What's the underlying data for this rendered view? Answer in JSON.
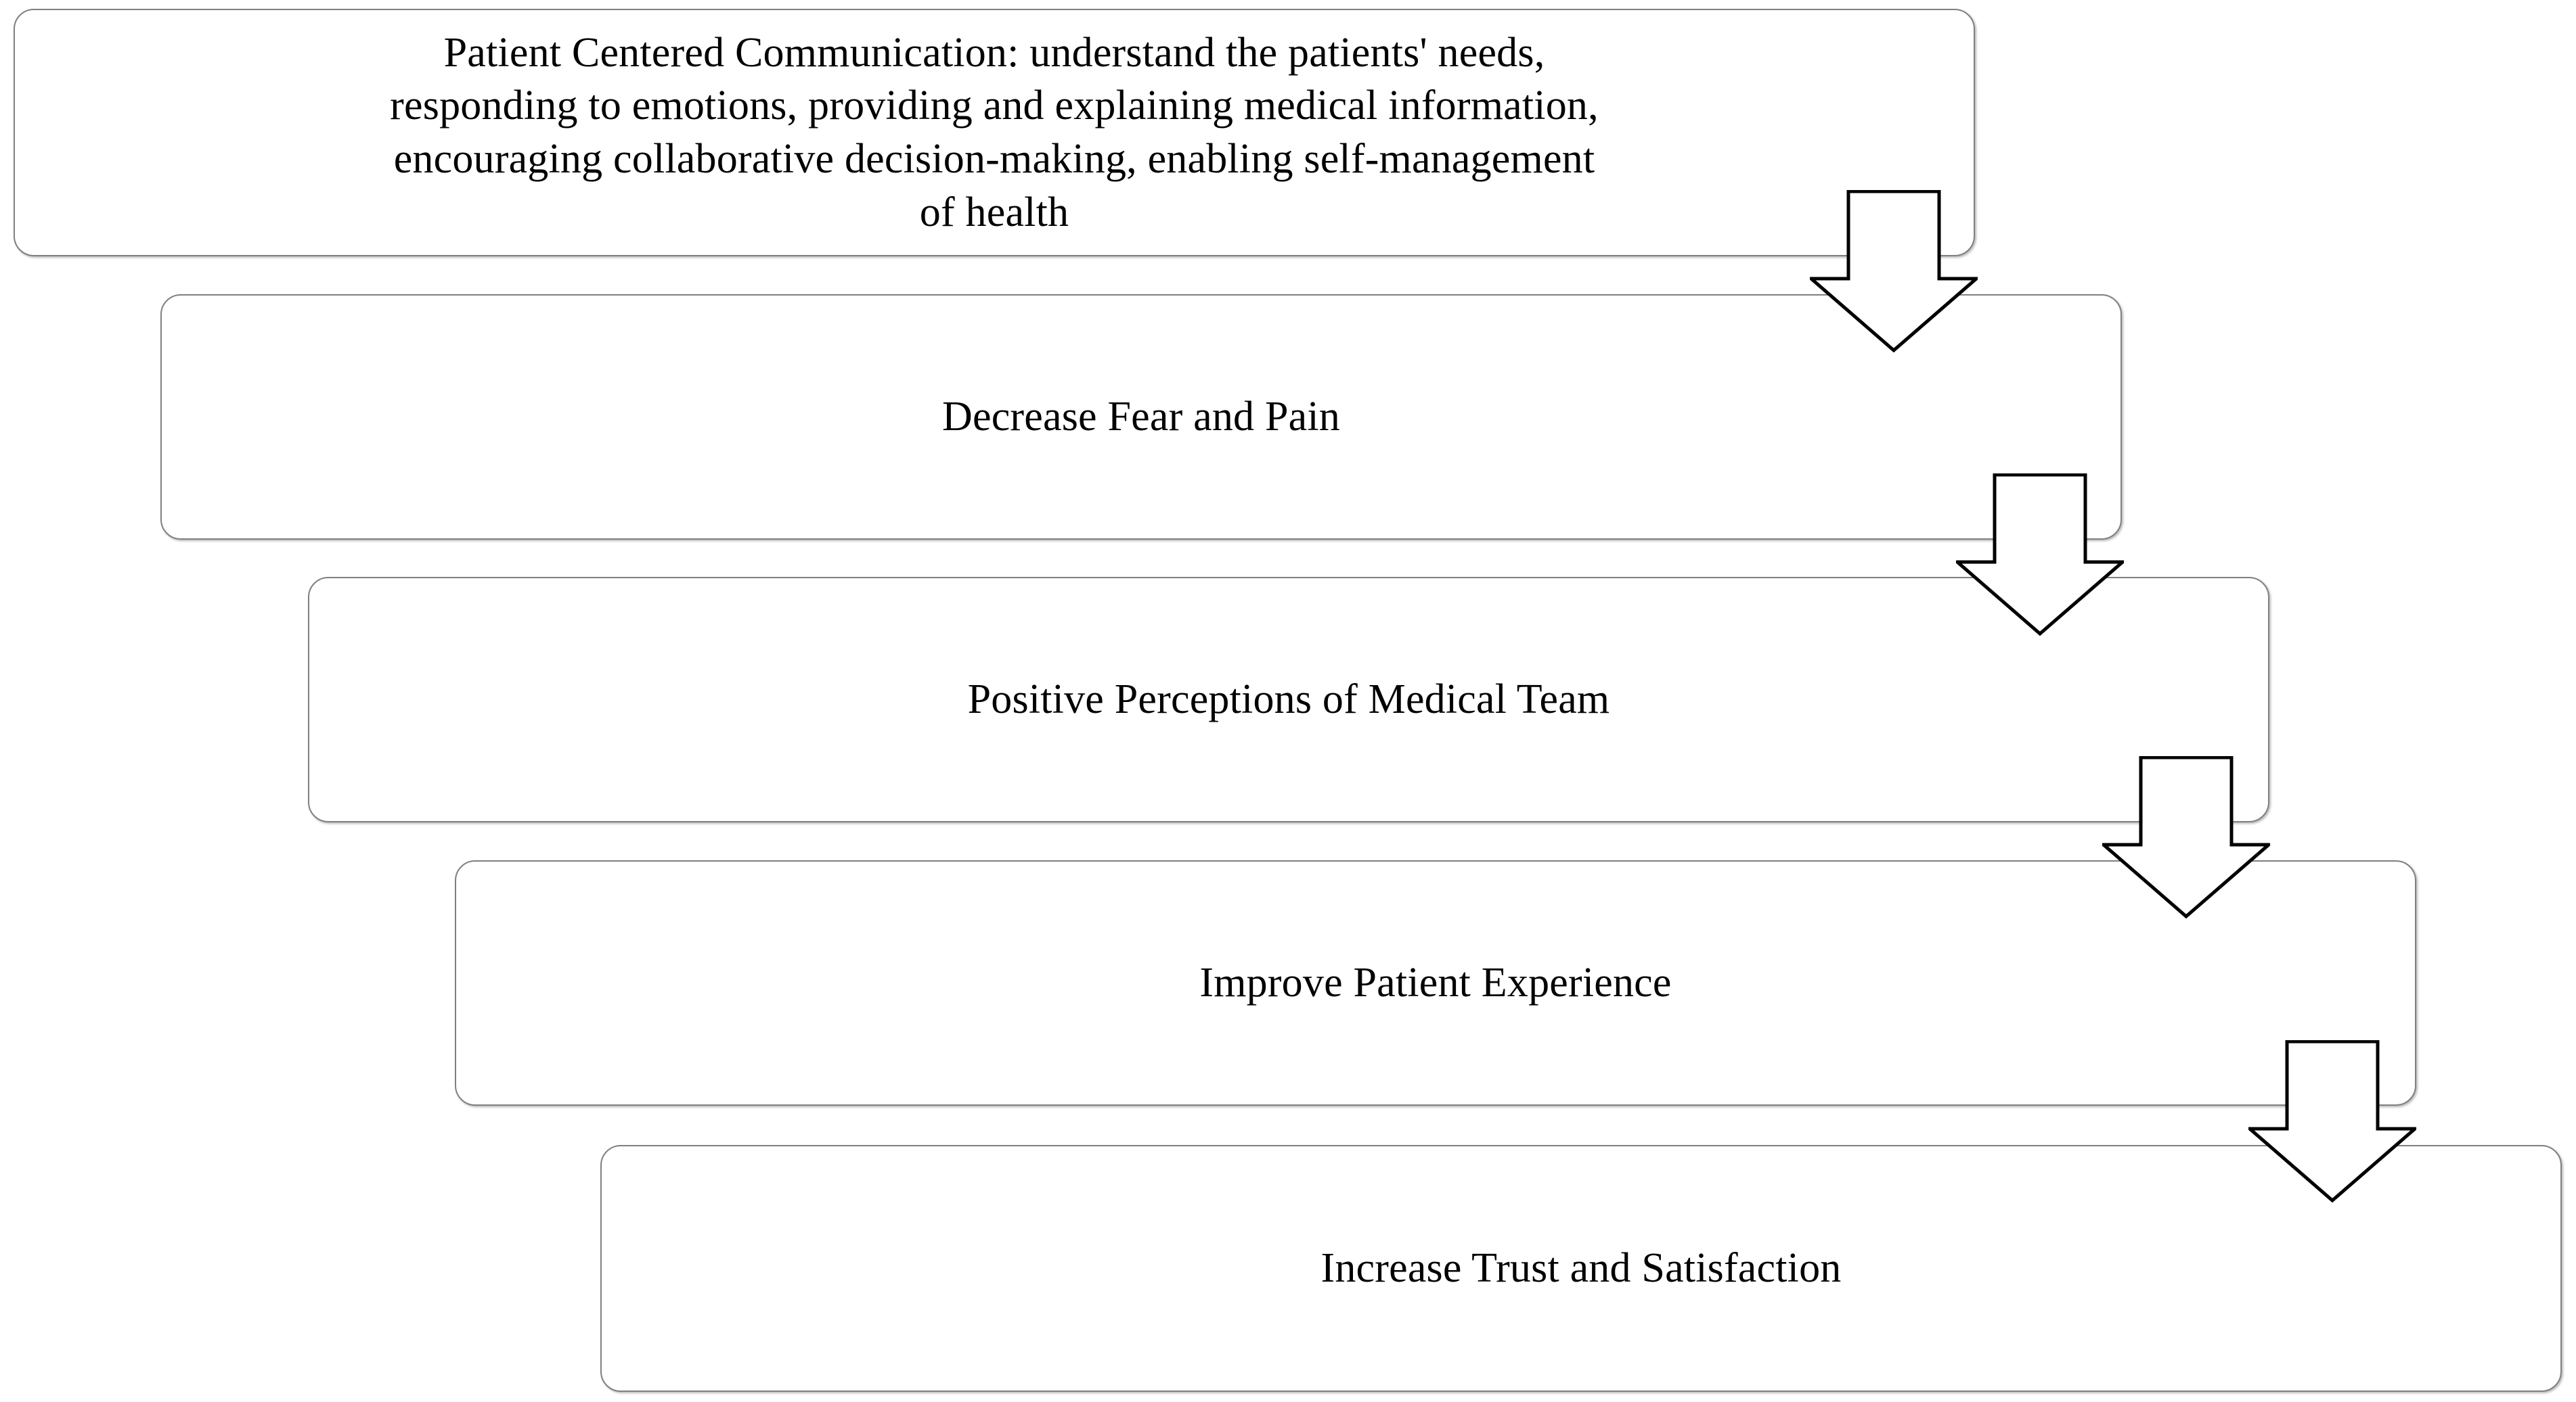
{
  "diagram": {
    "title": "Patient Centered Communication outcome cascade",
    "colors": {
      "box_border": "#808080",
      "box_fill": "#FFFFFF",
      "arrow_outline": "#000000",
      "arrow_fill": "#FFFFFF",
      "text": "#000000",
      "page_background": "#FFFFFF"
    },
    "steps": [
      {
        "id": "step-1",
        "label": "Patient Centered Communication: understand the patients' needs, responding to emotions, providing and explaining medical information, encouraging collaborative decision-making, enabling self-management of health",
        "lines": [
          "Patient Centered Communication: understand the patients' needs,",
          "responding to emotions, providing and explaining medical information,",
          "encouraging collaborative decision-making, enabling self-management",
          "of health"
        ]
      },
      {
        "id": "step-2",
        "label": "Decrease Fear and Pain",
        "lines": [
          "Decrease Fear and Pain"
        ]
      },
      {
        "id": "step-3",
        "label": "Positive Perceptions of Medical Team",
        "lines": [
          "Positive Perceptions of Medical Team"
        ]
      },
      {
        "id": "step-4",
        "label": "Improve Patient Experience",
        "lines": [
          "Improve Patient Experience"
        ]
      },
      {
        "id": "step-5",
        "label": "Increase Trust and Satisfaction",
        "lines": [
          "Increase Trust and Satisfaction"
        ]
      }
    ],
    "connectors": [
      {
        "id": "arrow-1",
        "from": "step-1",
        "to": "step-2",
        "direction": "down"
      },
      {
        "id": "arrow-2",
        "from": "step-2",
        "to": "step-3",
        "direction": "down"
      },
      {
        "id": "arrow-3",
        "from": "step-3",
        "to": "step-4",
        "direction": "down"
      },
      {
        "id": "arrow-4",
        "from": "step-4",
        "to": "step-5",
        "direction": "down"
      }
    ]
  }
}
